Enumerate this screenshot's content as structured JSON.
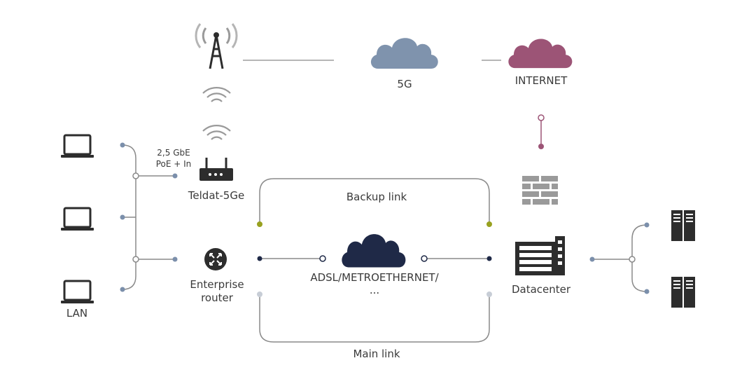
{
  "labels": {
    "fiveg": "5G",
    "internet": "INTERNET",
    "poe_line1": "2,5 GbE",
    "poe_line2": "PoE + In",
    "teldat": "Teldat-5Ge",
    "backup_link": "Backup link",
    "enterprise_line1": "Enterprise",
    "enterprise_line2": "router",
    "adsl_line1": "ADSL/METROETHERNET/",
    "adsl_line2": "...",
    "datacenter": "Datacenter",
    "lan": "LAN",
    "main_link": "Main link"
  },
  "icons": {
    "antenna": "cell-tower-icon",
    "wifi": "wireless-signal-icon",
    "router_5g": "wifi-router-icon",
    "enterprise_router": "router-icon",
    "laptop": "laptop-icon",
    "cloud": "cloud-icon",
    "firewall": "firewall-icon",
    "datacenter": "datacenter-building-icon",
    "server": "server-tower-icon"
  },
  "colors": {
    "line_gray": "#8a8a8a",
    "node_blue": "#7b8fab",
    "cloud_5g": "#7f93ad",
    "cloud_internet": "#9c5476",
    "cloud_wan": "#1f2947",
    "backup_node": "#98a11f",
    "main_node": "#c7cdd6",
    "wan_node": "#1f2947",
    "icon_dark": "#2d2d2d",
    "firewall_gray": "#9a9a9a"
  }
}
